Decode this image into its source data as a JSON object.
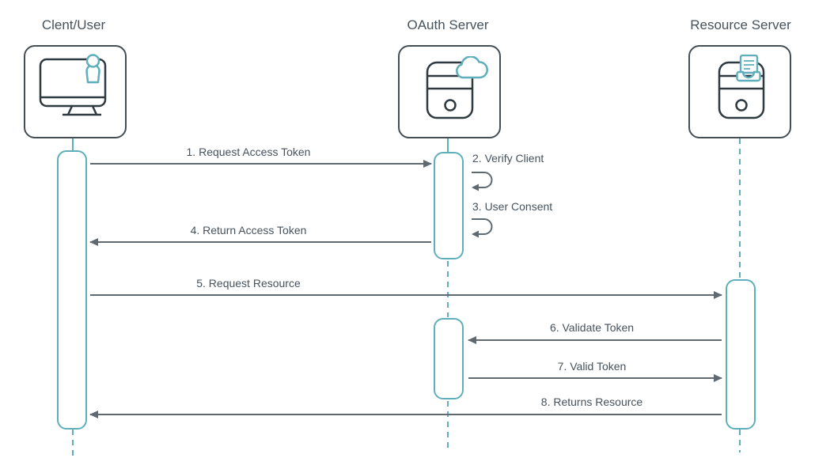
{
  "actors": [
    {
      "label": "Clent/User",
      "icon": "monitor-user-icon"
    },
    {
      "label": "OAuth Server",
      "icon": "server-cloud-icon"
    },
    {
      "label": "Resource Server",
      "icon": "server-document-icon"
    }
  ],
  "messages": [
    {
      "label": "1. Request Access Token",
      "from": "client",
      "to": "oauth-server",
      "type": "arrow-right"
    },
    {
      "label": "2. Verify Client",
      "from": "oauth-server",
      "to": "oauth-server",
      "type": "self-loop"
    },
    {
      "label": "3. User Consent",
      "from": "oauth-server",
      "to": "oauth-server",
      "type": "self-loop"
    },
    {
      "label": "4. Return Access Token",
      "from": "oauth-server",
      "to": "client",
      "type": "arrow-left"
    },
    {
      "label": "5. Request Resource",
      "from": "client",
      "to": "resource-server",
      "type": "arrow-right"
    },
    {
      "label": "6. Validate Token",
      "from": "resource-server",
      "to": "oauth-server",
      "type": "arrow-left"
    },
    {
      "label": "7. Valid Token",
      "from": "oauth-server",
      "to": "resource-server",
      "type": "arrow-right"
    },
    {
      "label": "8. Returns Resource",
      "from": "resource-server",
      "to": "client",
      "type": "arrow-left"
    }
  ],
  "colors": {
    "accent_teal": "#5FAEBB",
    "arrow_gray": "#5E6972",
    "text_gray": "#47525C",
    "icon_stroke": "#2E3940",
    "actor_border": "#454E56",
    "background": "#FFFFFF"
  }
}
